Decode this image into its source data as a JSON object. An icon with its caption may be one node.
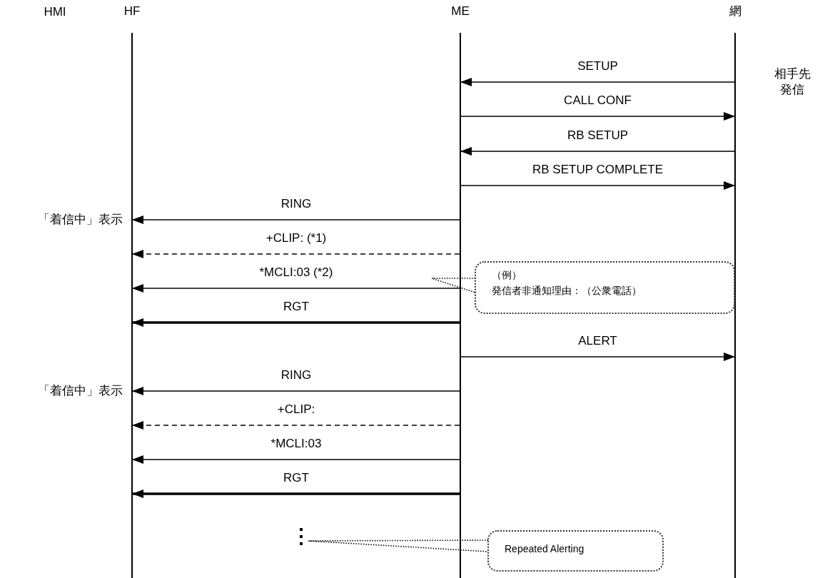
{
  "diagram": {
    "nodes": [
      {
        "text": [
          "HF"
        ]
      },
      {
        "text": [
          "ME"
        ]
      },
      {
        "text": [
          "網"
        ]
      },
      {
        "text": [
          "（例）",
          "発信者非通知理由：（公衆電話）"
        ]
      },
      {
        "text": [
          "Repeated Alerting"
        ]
      }
    ],
    "edges": [
      {
        "from": 2,
        "to": 1,
        "arrow": "to",
        "label": "SETUP"
      },
      {
        "from": 1,
        "to": 2,
        "arrow": "to",
        "label": "CALL CONF"
      },
      {
        "from": 2,
        "to": 1,
        "arrow": "to",
        "label": "RB SETUP"
      },
      {
        "from": 1,
        "to": 2,
        "arrow": "to",
        "label": "RB SETUP COMPLETE"
      },
      {
        "from": 1,
        "to": 0,
        "arrow": "to",
        "label": "RING"
      },
      {
        "from": 1,
        "to": 0,
        "arrow": "to",
        "label": "+CLIP: (*1)",
        "style": "dashed"
      },
      {
        "from": 1,
        "to": 0,
        "arrow": "to",
        "label": "*MCLI:03 (*2)"
      },
      {
        "from": 1,
        "to": 0,
        "arrow": "to",
        "label": "RGT",
        "style": "thick"
      },
      {
        "from": 1,
        "to": 2,
        "arrow": "to",
        "label": "ALERT"
      },
      {
        "from": 1,
        "to": 0,
        "arrow": "to",
        "label": "RING"
      },
      {
        "from": 1,
        "to": 0,
        "arrow": "to",
        "label": "+CLIP:",
        "style": "dashed"
      },
      {
        "from": 1,
        "to": 0,
        "arrow": "to",
        "label": "*MCLI:03"
      },
      {
        "from": 1,
        "to": 0,
        "arrow": "to",
        "label": "RGT",
        "style": "thick"
      },
      {
        "from": 3,
        "to": null,
        "arrow": "none",
        "style": "dashed"
      },
      {
        "from": 4,
        "to": null,
        "arrow": "none",
        "style": "dashed"
      }
    ],
    "labels": [
      "HMI",
      "相手先発信",
      "「着信中」表示",
      "「着信中」表示"
    ]
  }
}
